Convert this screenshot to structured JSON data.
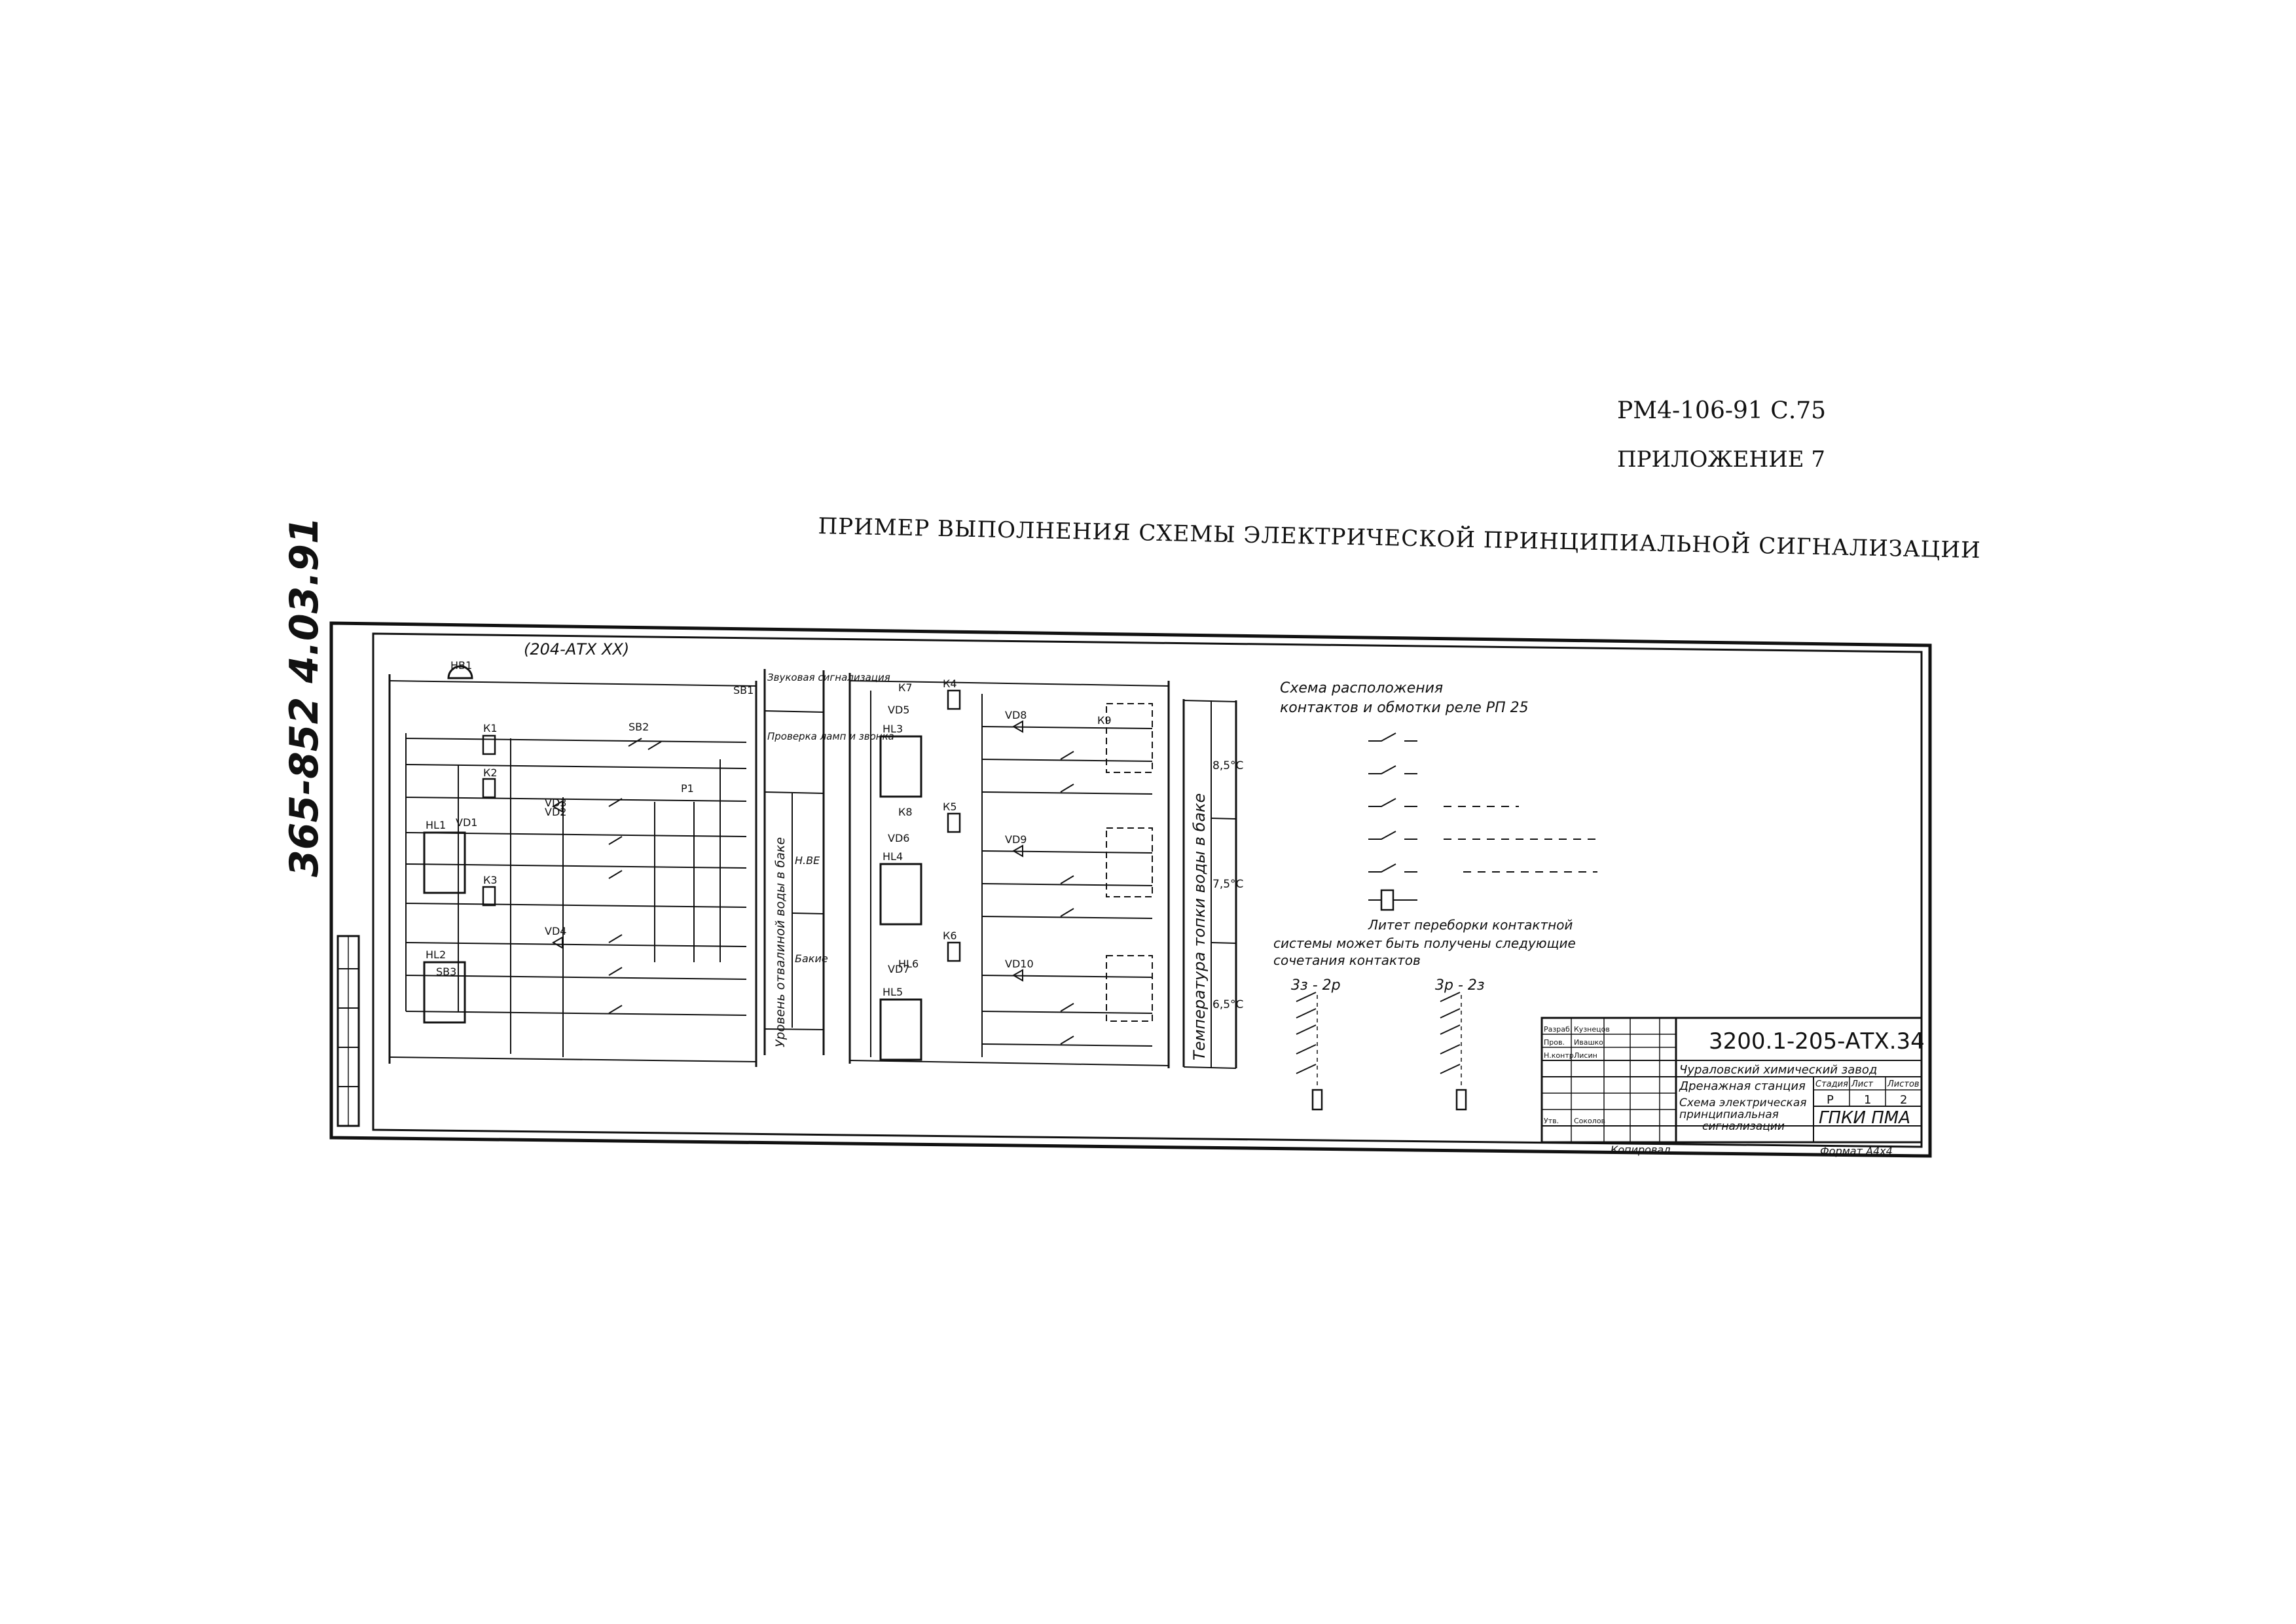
{
  "header": {
    "doc_code": "РМ4-106-91 С.75",
    "appendix": "ПРИЛОЖЕНИЕ 7",
    "title": "ПРИМЕР ВЫПОЛНЕНИЯ СХЕМЫ ЭЛЕКТРИЧЕСКОЙ ПРИНЦИПИАЛЬНОЙ СИГНАЛИЗАЦИИ"
  },
  "margin_stamp": "365-852 4.03.91",
  "drawing": {
    "cross_ref": "(204-АТХ ХХ)",
    "function_column_left": [
      "Звуковая сигнализация",
      "Проверка ламп и звонка",
      "Уровень отвалиной воды в баке",
      "Н.ВЕ",
      "Бакие"
    ],
    "function_column_right": {
      "rotated": "Температура топки воды в баке",
      "temps": [
        "8,5°С",
        "7,5°С",
        "6,5°С"
      ]
    },
    "contact_layout": {
      "title_line1": "Схема расположения",
      "title_line2": "контактов и обмотки реле РП 25",
      "note_line1": "Литет переборки контактной",
      "note_line2": "системы может быть получены следующие",
      "note_line3": "сочетания контактов",
      "combo1_label": "3з - 2р",
      "combo2_label": "3р - 2з"
    },
    "component_labels": [
      "НВ1",
      "К1",
      "К2",
      "К3",
      "К4",
      "К5",
      "К6",
      "К7",
      "К8",
      "К9",
      "НL1",
      "НL2",
      "НL3",
      "НL4",
      "НL5",
      "НL6",
      "VD1",
      "VD2",
      "VD3",
      "VD4",
      "VD5",
      "VD6",
      "VD7",
      "VD8",
      "VD9",
      "VD10",
      "SB1",
      "SB2",
      "SB3",
      "Р1"
    ]
  },
  "title_block": {
    "doc_number": "3200.1-205-АТХ.34",
    "organization": "Чураловский химический завод",
    "object": "Дренажная станция",
    "doc_title_line1": "Схема электрическая",
    "doc_title_line2": "принципиальная",
    "doc_title_line3": "сигнализации",
    "stage_header": "Стадия",
    "sheet_header": "Лист",
    "sheets_header": "Листов",
    "stage": "Р",
    "sheet": "1",
    "sheets": "2",
    "company": "ГПКИ ПМА",
    "copied": "Копировал",
    "format": "Формат А4х4",
    "roles": [
      "Разраб.",
      "Пров.",
      "Н.контр.",
      "Утв."
    ],
    "names": [
      "Кузнецов",
      "Ивашко",
      "Лисин",
      "Соколов"
    ]
  }
}
